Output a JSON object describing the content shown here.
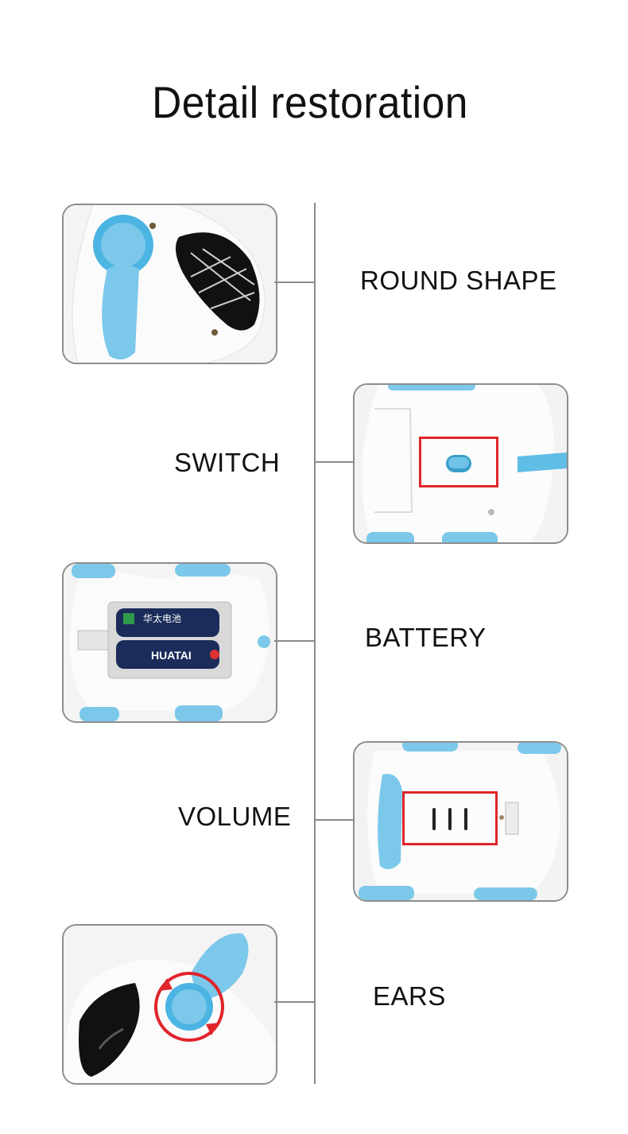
{
  "title": "Detail restoration",
  "features": [
    {
      "label": "ROUND SHAPE",
      "photo": "round-shape-photo"
    },
    {
      "label": "SWITCH",
      "photo": "switch-photo"
    },
    {
      "label": "BATTERY",
      "photo": "battery-photo"
    },
    {
      "label": "VOLUME",
      "photo": "volume-photo"
    },
    {
      "label": "EARS",
      "photo": "ears-photo"
    }
  ],
  "battery_text": {
    "top": "华太电池",
    "bottom": "HUATAI"
  },
  "colors": {
    "accent_blue": "#7cc8ea",
    "highlight_red": "#e0252b",
    "divider_gray": "#8a8a8a"
  }
}
